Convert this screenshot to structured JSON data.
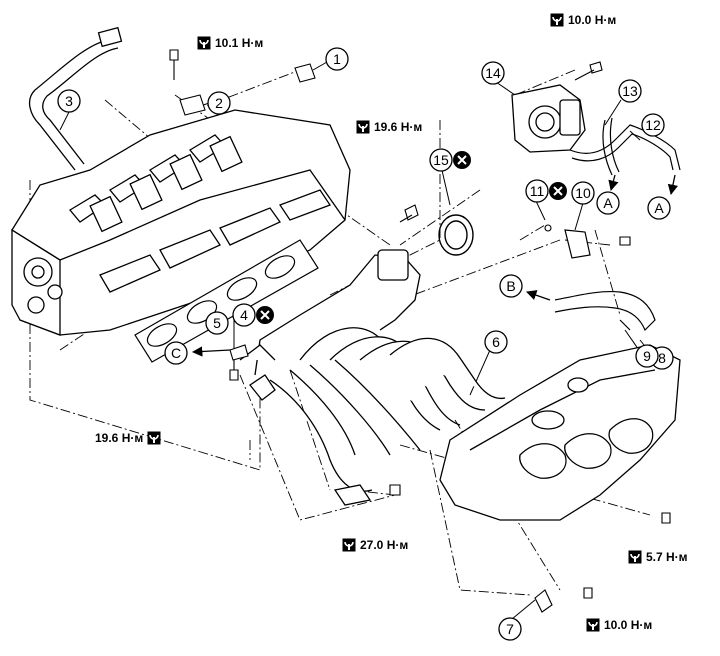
{
  "callouts": {
    "c1": "1",
    "c2": "2",
    "c3": "3",
    "c4": "4",
    "c5": "5",
    "c6": "6",
    "c7": "7",
    "c8": "8",
    "c9": "9",
    "c10": "10",
    "c11": "11",
    "c12": "12",
    "c13": "13",
    "c14": "14",
    "c15": "15"
  },
  "letters": {
    "a1": "A",
    "a2": "A",
    "b": "B",
    "c": "C"
  },
  "torques": {
    "t_top_left": "10.1 Н·м",
    "t_top_right": "10.0 Н·м",
    "t_mid": "19.6 Н·м",
    "t_left": "19.6 Н·м",
    "t_bottom_mid": "27.0 Н·м",
    "t_right": "5.7 Н·м",
    "t_bottom_right": "10.0 Н·м"
  },
  "icons": {
    "torque": "torque-wrench-icon",
    "replace": "replace-x-icon",
    "line_color": "#000000"
  }
}
